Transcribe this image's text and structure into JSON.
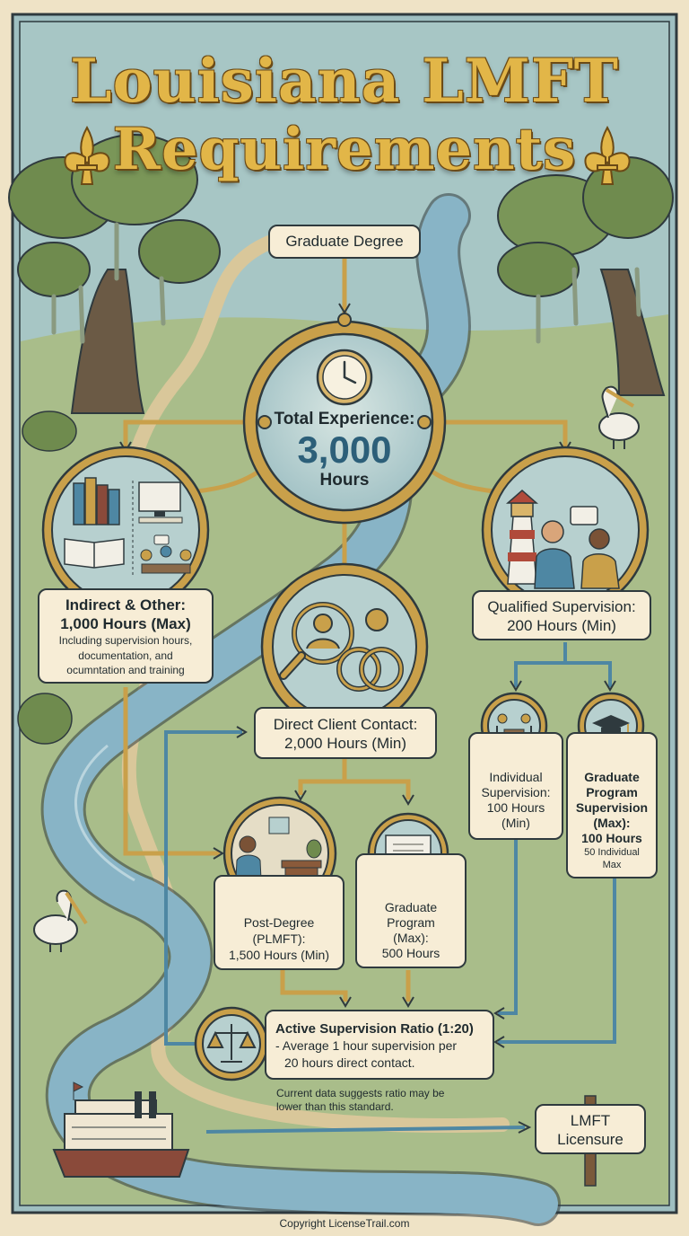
{
  "title": {
    "line1": "Louisiana LMFT",
    "line2": "Requirements"
  },
  "start": {
    "label": "Graduate Degree"
  },
  "total": {
    "label": "Total Experience:",
    "value": "3,000",
    "unit": "Hours"
  },
  "indirect": {
    "title": "Indirect & Other:",
    "hours": "1,000 Hours (Max)",
    "desc1": "Including supervision hours,",
    "desc2": "documentation, and",
    "desc3": "ocumntation and training"
  },
  "supervision": {
    "title": "Qualified Supervision:",
    "hours": "200 Hours (Min)"
  },
  "direct": {
    "title": "Direct Client Contact:",
    "hours": "2,000 Hours (Min)"
  },
  "individual": {
    "l1": "Individual",
    "l2": "Supervision:",
    "l3": "100 Hours",
    "l4": "(Min)"
  },
  "grad_supervision": {
    "l1": "Graduate",
    "l2": "Program",
    "l3": "Supervision",
    "l4": "(Max):",
    "l5": "100 Hours",
    "l6": "50 Individual",
    "l7": "Max"
  },
  "post_degree": {
    "l1": "Post-Degree",
    "l2": "(PLMFT):",
    "l3": "1,500 Hours (Min)"
  },
  "grad_program": {
    "l1": "Graduate",
    "l2": "Program",
    "l3": "(Max):",
    "l4": "500 Hours"
  },
  "ratio": {
    "title": "Active Supervision Ratio (1:20)",
    "desc1": "- Average 1 hour supervision per",
    "desc2": "20 hours direct contact."
  },
  "ratio_note": {
    "l1": "Current data suggests ratio may be",
    "l2": "lower than this standard."
  },
  "final": {
    "l1": "LMFT",
    "l2": "Licensure"
  },
  "footer": "Copyright LicenseTrail.com",
  "colors": {
    "gold": "#c9a04a",
    "blue": "#4e87a3",
    "river": "#88b4c6",
    "ink": "#2f3a3e",
    "cream": "#f7edd6",
    "grass": "#a9bd8a"
  }
}
